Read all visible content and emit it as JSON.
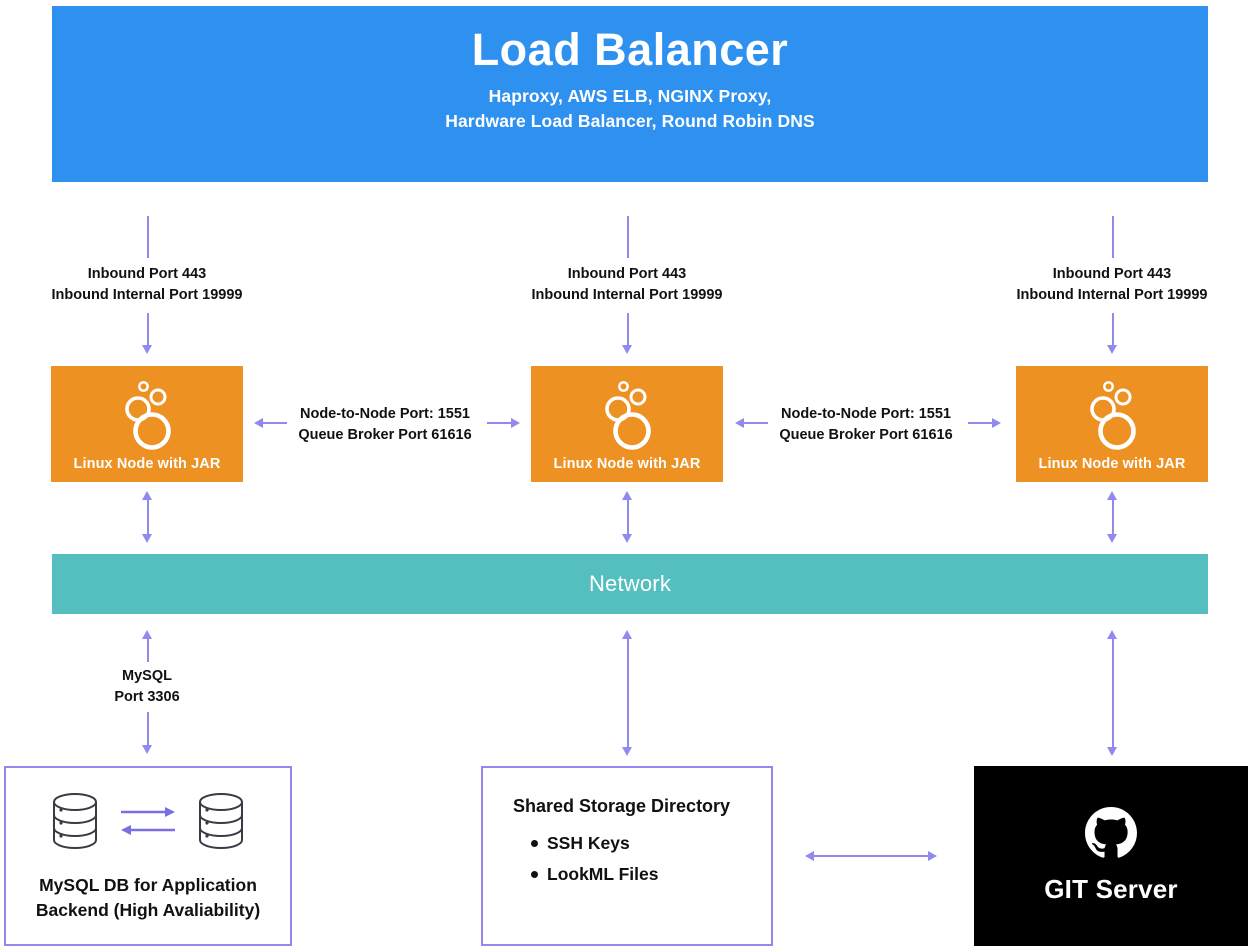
{
  "diagram": {
    "colors": {
      "load_balancer_blue": "#2e90ef",
      "node_orange": "#ee9123",
      "network_teal": "#55bfbf",
      "connector_purple": "#9189ee",
      "git_black": "#000000",
      "text_dark": "#111111",
      "white": "#ffffff"
    },
    "load_balancer": {
      "title": "Load Balancer",
      "subtitle_line1": "Haproxy, AWS ELB, NGINX Proxy,",
      "subtitle_line2": "Hardware Load Balancer, Round Robin DNS"
    },
    "inbound_labels": [
      {
        "line1": "Inbound Port 443",
        "line2": "Inbound Internal Port 19999"
      },
      {
        "line1": "Inbound Port 443",
        "line2": "Inbound Internal Port 19999"
      },
      {
        "line1": "Inbound Port 443",
        "line2": "Inbound Internal Port 19999"
      }
    ],
    "nodes": [
      {
        "label": "Linux Node with JAR",
        "icon": "linux-node-bubbles-icon"
      },
      {
        "label": "Linux Node with JAR",
        "icon": "linux-node-bubbles-icon"
      },
      {
        "label": "Linux Node with JAR",
        "icon": "linux-node-bubbles-icon"
      }
    ],
    "node_links": [
      {
        "line1": "Node-to-Node Port: 1551",
        "line2": "Queue Broker Port 61616"
      },
      {
        "line1": "Node-to-Node Port: 1551",
        "line2": "Queue Broker Port 61616"
      }
    ],
    "network": {
      "label": "Network"
    },
    "mysql_link": {
      "line1": "MySQL",
      "line2": "Port 3306"
    },
    "mysql_db": {
      "caption_line1": "MySQL DB for Application",
      "caption_line2": "Backend (High Avaliability)",
      "icon_left": "database-cylinder-icon",
      "icon_right": "database-cylinder-icon",
      "replication_icon": "bidirectional-replication-arrows-icon"
    },
    "shared_storage": {
      "title": "Shared Storage Directory",
      "items": [
        "SSH Keys",
        "LookML Files"
      ]
    },
    "git_server": {
      "label": "GIT Server",
      "icon": "github-octocat-icon"
    }
  }
}
